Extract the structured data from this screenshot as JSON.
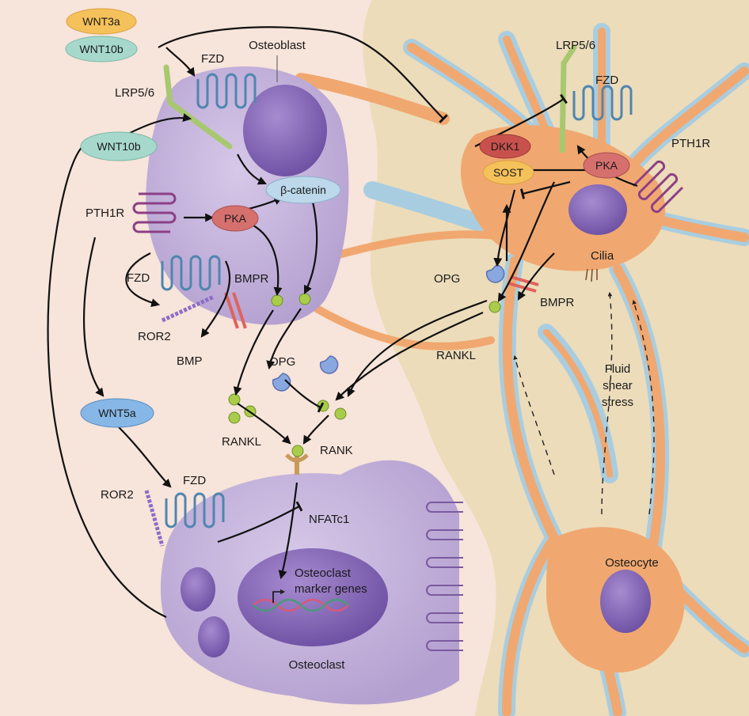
{
  "cells": {
    "osteoblast": "Osteoblast",
    "osteoclast": "Osteoclast",
    "osteocyte": "Osteocyte"
  },
  "ligands": {
    "wnt3a": "WNT3a",
    "wnt10b_top": "WNT10b",
    "wnt10b_left": "WNT10b",
    "wnt5a": "WNT5a",
    "dkk1": "DKK1",
    "sost": "SOST",
    "pka_ob": "PKA",
    "pka_oc": "PKA",
    "beta_catenin": "β-catenin"
  },
  "receptors": {
    "fzd_ob": "FZD",
    "lrp_ob": "LRP5/6",
    "pth1r_ob": "PTH1R",
    "fzd_ob2": "FZD",
    "bmpr_ob": "BMPR",
    "ror2_ob": "ROR2",
    "bmp_ob": "BMP",
    "fzd_ocl": "FZD",
    "ror2_ocl": "ROR2",
    "rank": "RANK",
    "lrp_ocy": "LRP5/6",
    "fzd_ocy": "FZD",
    "pth1r_ocy": "PTH1R",
    "bmpr_ocy": "BMPR"
  },
  "factors": {
    "opg_center": "OPG",
    "opg_ocy": "OPG",
    "rankl_center": "RANKL",
    "rankl_ocy": "RANKL",
    "nfatc1": "NFATc1",
    "marker_genes_1": "Osteoclast",
    "marker_genes_2": "marker genes",
    "cilia": "Cilia",
    "flow_1": "Fluid",
    "flow_2": "shear",
    "flow_3": "stress"
  },
  "colors": {
    "background_left": "#f7e4da",
    "bone_matrix": "#ecdcba",
    "canaliculi": "#a9cde0",
    "osteocyte": "#f0a870",
    "cell_body": "#c6b6dc",
    "nucleus": "#8a6cba",
    "wnt3a": "#f5c15a",
    "wnt10b": "#a6d9cc",
    "wnt5a": "#86b7e6",
    "dkk1": "#c9514d",
    "pka": "#d6706e",
    "beta_catenin": "#bcd8ea",
    "receptor_purple": "#8c3f86",
    "receptor_blue": "#4f86b0",
    "lrp_green": "#a8c870",
    "bmpr_red": "#e0625c",
    "rankl_green": "#a9cc4b"
  }
}
